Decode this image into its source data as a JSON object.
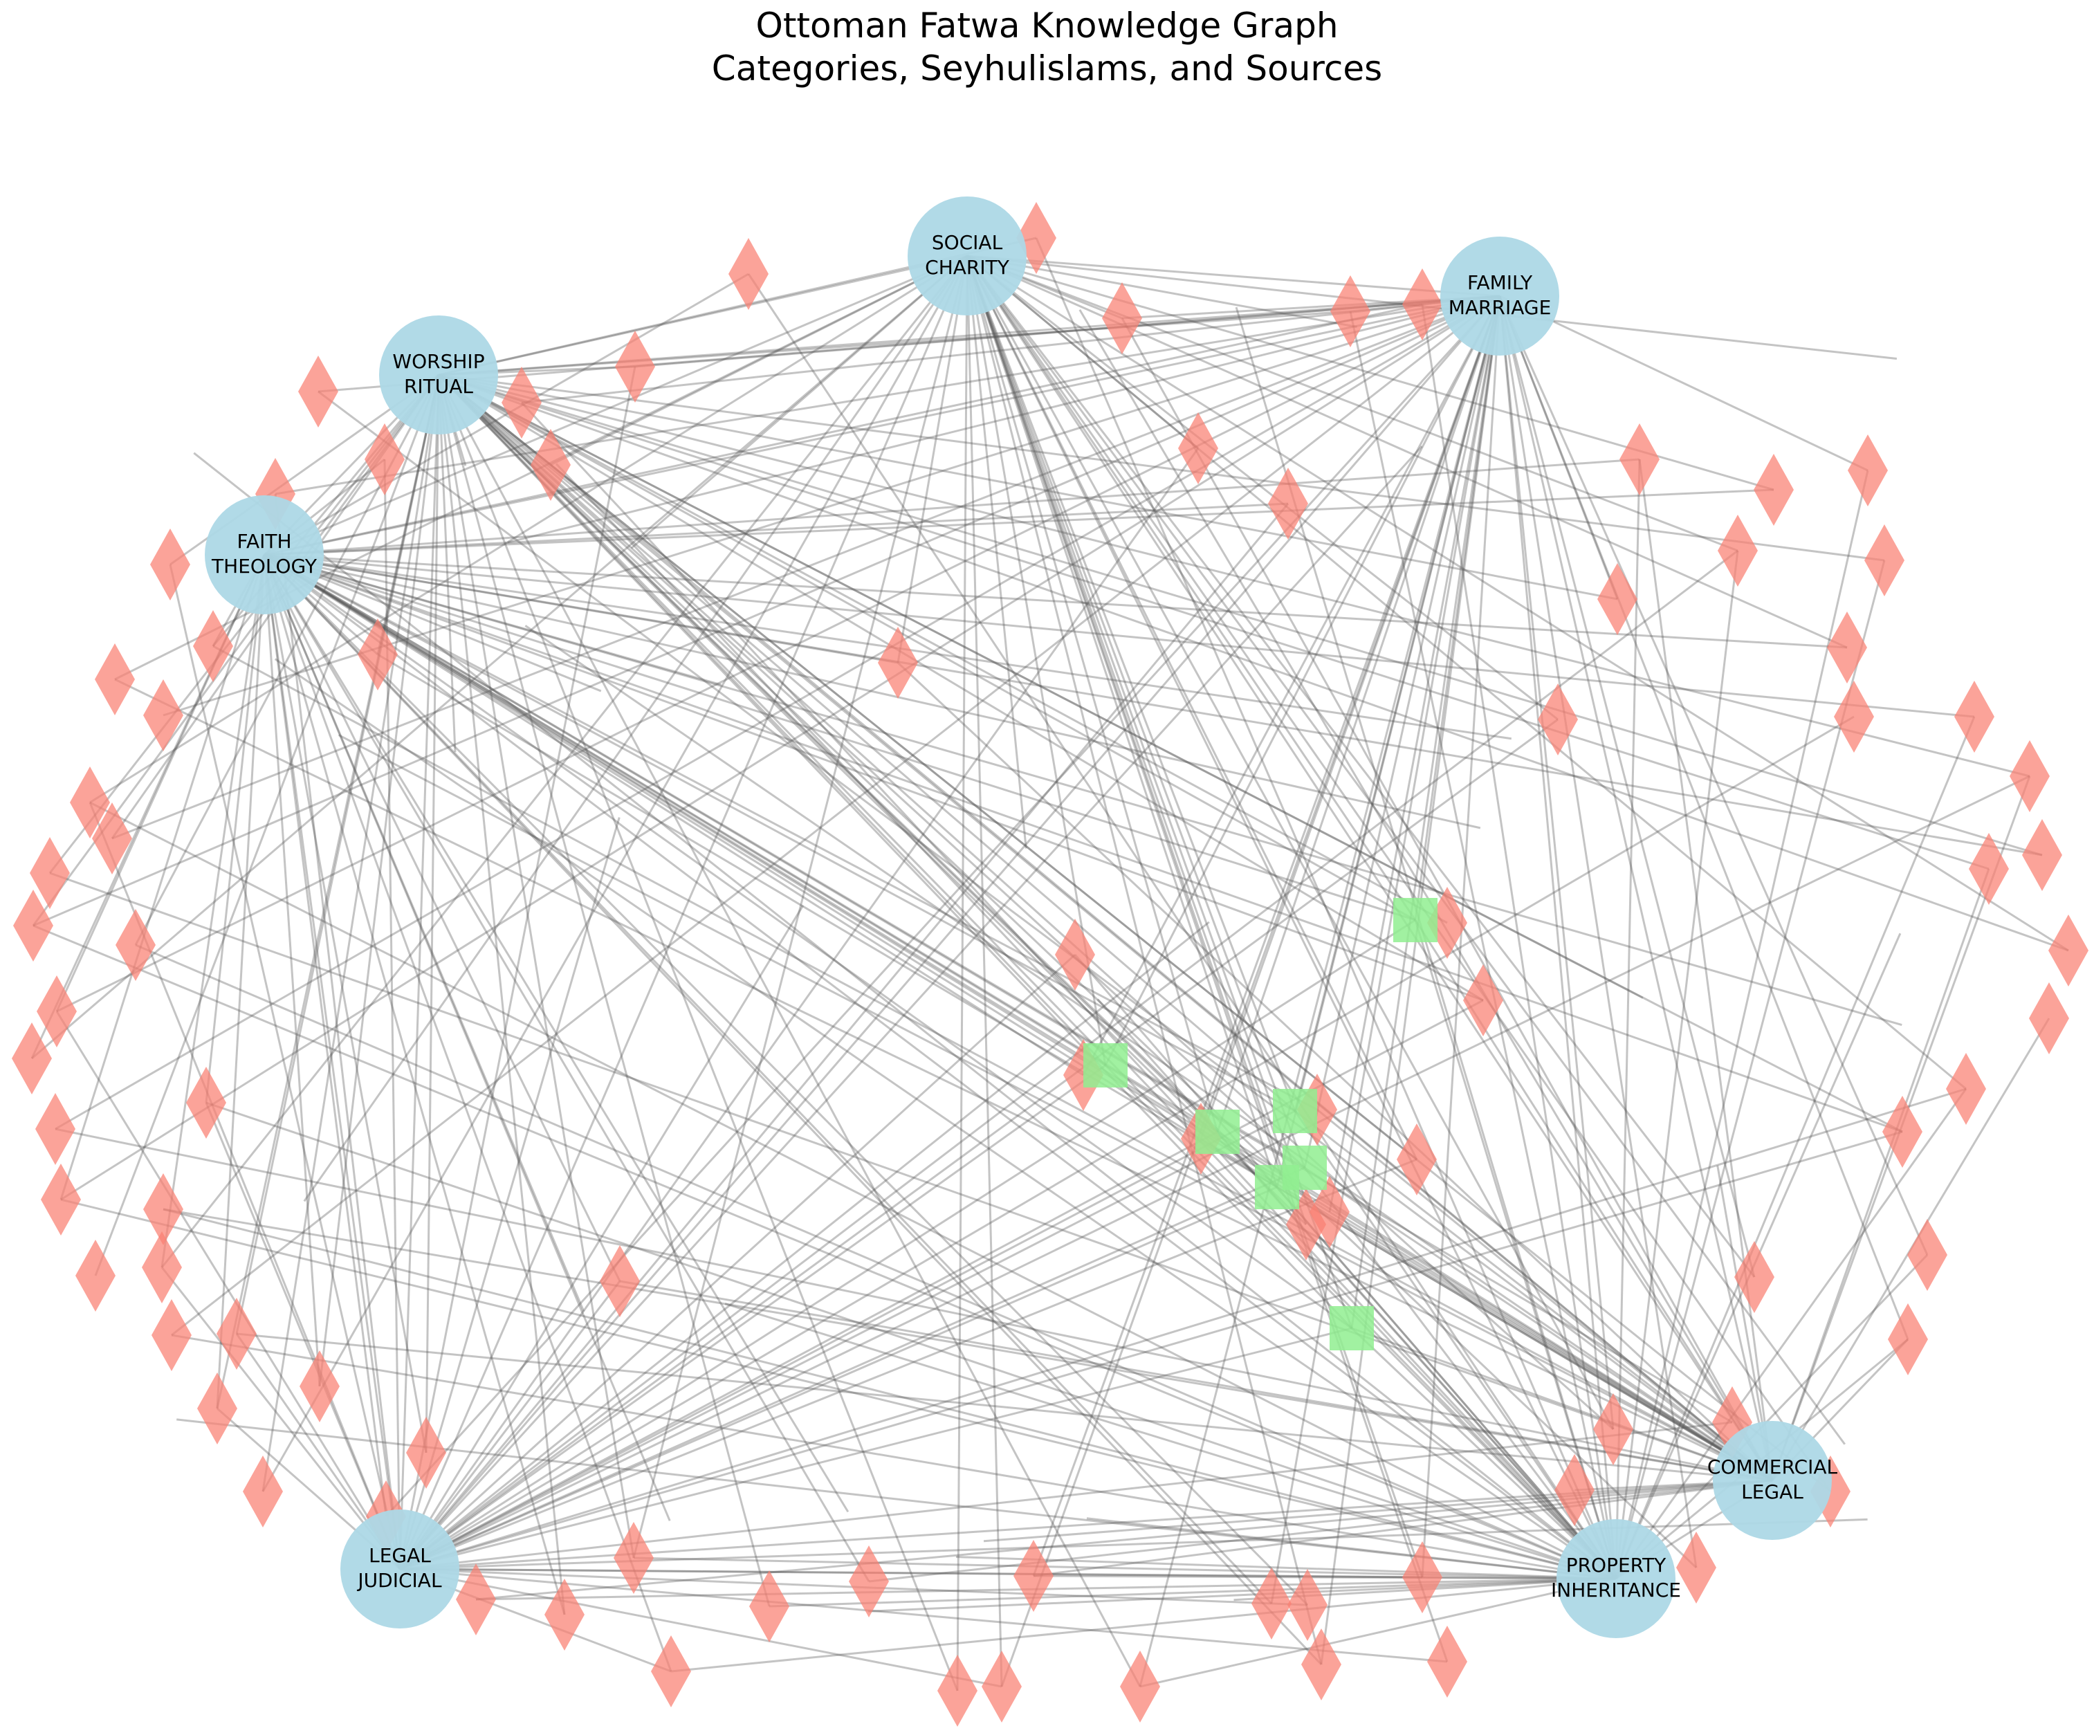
{
  "title_line1": "Ottoman Fatwa Knowledge Graph",
  "title_line2": "Categories, Seyhulislams, and Sources",
  "colors": {
    "category": "#add8e6",
    "seyhulislam": "#90ee90",
    "source": "#fa8072",
    "edge": "#555555"
  },
  "categories": [
    {
      "id": "social",
      "line1": "SOCIAL",
      "line2": "CHARITY"
    },
    {
      "id": "family",
      "line1": "FAMILY",
      "line2": "MARRIAGE"
    },
    {
      "id": "worship",
      "line1": "WORSHIP",
      "line2": "RITUAL"
    },
    {
      "id": "faith",
      "line1": "FAITH",
      "line2": "THEOLOGY"
    },
    {
      "id": "legal",
      "line1": "LEGAL",
      "line2": "JUDICIAL"
    },
    {
      "id": "property",
      "line1": "PROPERTY",
      "line2": "INHERITANCE"
    },
    {
      "id": "commercial",
      "line1": "COMMERCIAL",
      "line2": "LEGAL"
    }
  ]
}
